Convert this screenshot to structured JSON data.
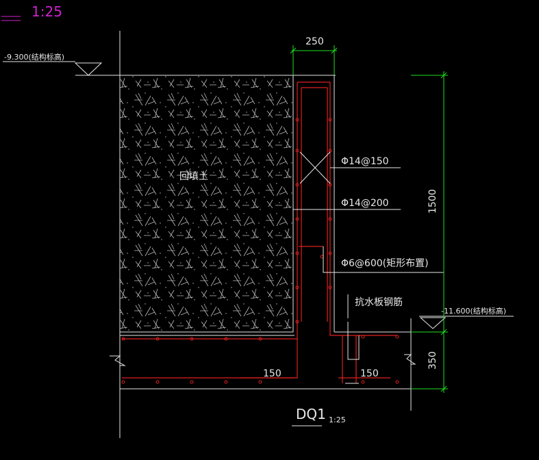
{
  "drawing": {
    "scale_header": "1:25",
    "elev_top": "-9.300(结构标高)",
    "elev_bottom": "-11.600(结构标高)",
    "dim_wall": "250",
    "dim_height": "1500",
    "dim_slab": "350",
    "dim_left_150": "150",
    "dim_right_150": "150",
    "fill_label": "回填土",
    "rebar_1": "Φ14@150",
    "rebar_2": "Φ14@200",
    "rebar_3": "Φ6@600(矩形布置)",
    "anti_water": "抗水板钢筋",
    "title": "DQ1",
    "title_scale": "1:25"
  },
  "colors": {
    "background": "#000000",
    "structure": "#e8e8e8",
    "rebar": "#e02020",
    "dimension": "#20e020",
    "header": "#d020d0"
  }
}
